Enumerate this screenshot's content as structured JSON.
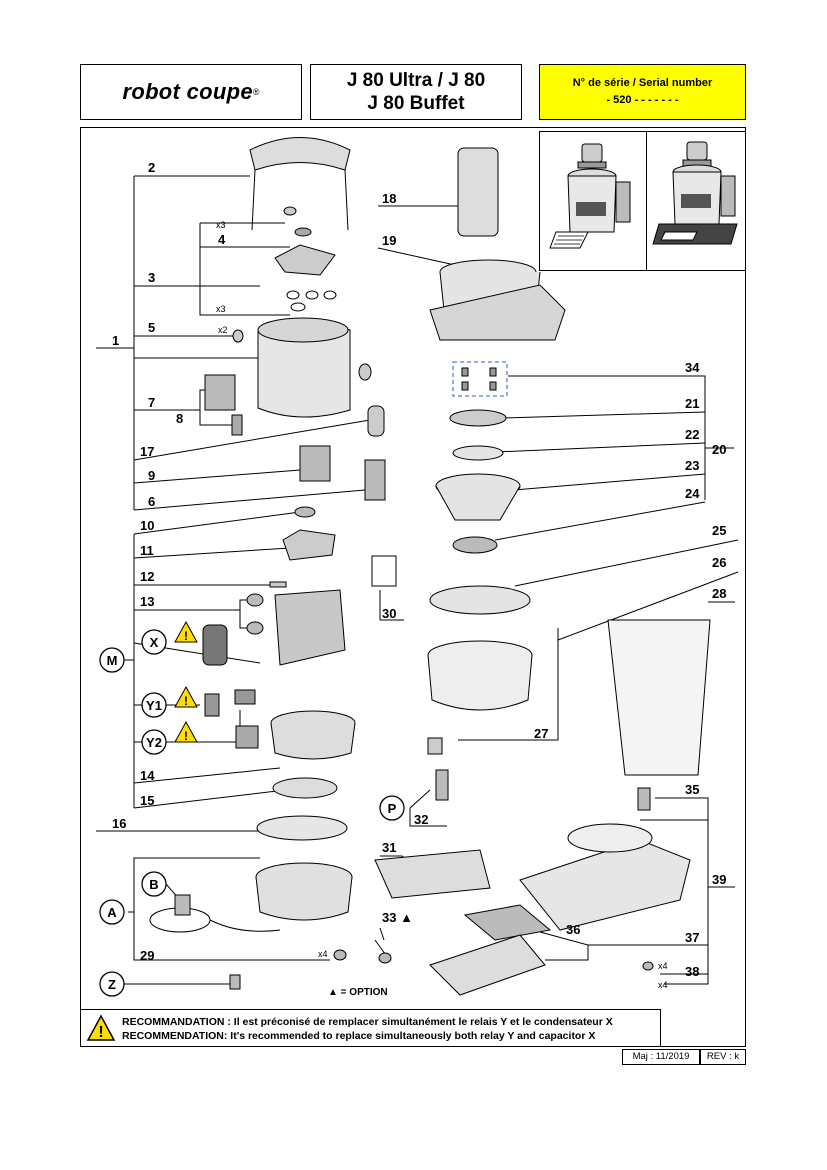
{
  "header": {
    "logo": "robot coupe",
    "title_line1": "J 80 Ultra / J 80",
    "title_line2": "J 80 Buffet",
    "serial_label": "N° de série / Serial number",
    "serial_value": "- 520 - - - - -   - -"
  },
  "part_labels": {
    "p1": "1",
    "p2": "2",
    "p3": "3",
    "p4": "4",
    "p5": "5",
    "p6": "6",
    "p7": "7",
    "p8": "8",
    "p9": "9",
    "p10": "10",
    "p11": "11",
    "p12": "12",
    "p13": "13",
    "p14": "14",
    "p15": "15",
    "p16": "16",
    "p17": "17",
    "p18": "18",
    "p19": "19",
    "p20": "20",
    "p21": "21",
    "p22": "22",
    "p23": "23",
    "p24": "24",
    "p25": "25",
    "p26": "26",
    "p27": "27",
    "p28": "28",
    "p29": "29",
    "p30": "30",
    "p31": "31",
    "p32": "32",
    "p33": "33 ▲",
    "p34": "34",
    "p35": "35",
    "p36": "36",
    "p37": "37",
    "p38": "38",
    "p39": "39"
  },
  "circle_labels": {
    "M": "M",
    "X": "X",
    "Y1": "Y1",
    "Y2": "Y2",
    "P": "P",
    "A": "A",
    "B": "B",
    "Z": "Z"
  },
  "quantities": {
    "x3a": "x3",
    "x3b": "x3",
    "x2": "x2",
    "x4a": "x4",
    "x4b": "x4",
    "x4c": "x4"
  },
  "option_note": "▲ = OPTION",
  "recommendation": {
    "fr": "RECOMMANDATION : Il est préconisé de remplacer simultanément le relais Y et le condensateur X",
    "en": "RECOMMENDATION:  It's recommended to replace simultaneously both relay Y and capacitor X"
  },
  "revision": {
    "maj": "Maj : 11/2019",
    "rev": "REV : k"
  },
  "colors": {
    "serial_bg": "#ffff00",
    "warning": "#ffdd00",
    "selection": "#3355cc"
  }
}
